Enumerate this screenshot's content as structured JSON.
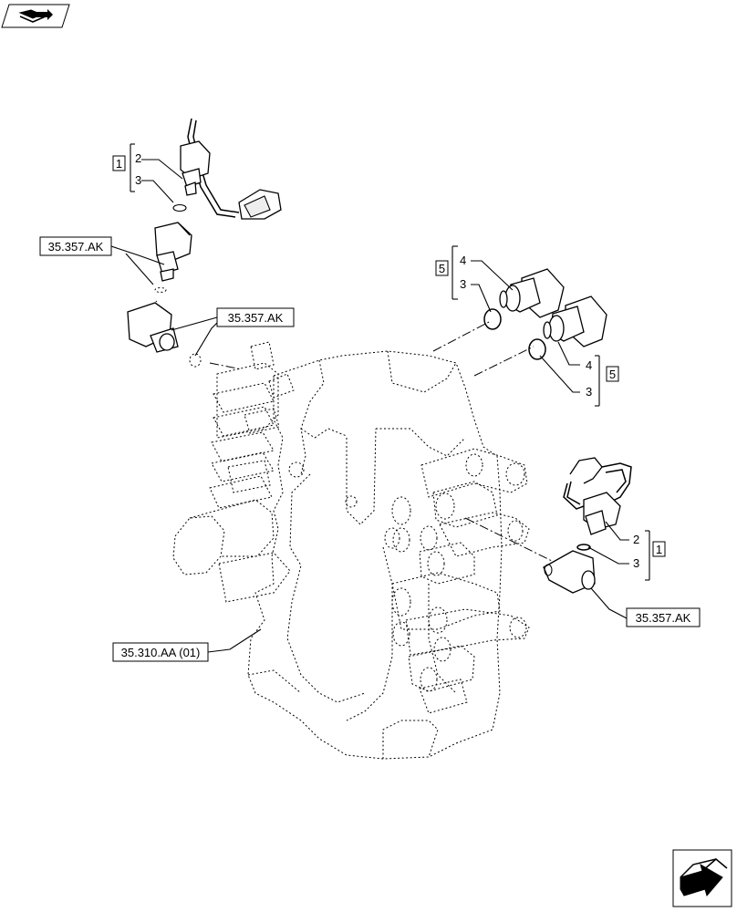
{
  "references": {
    "ref_upper_left": "35.357.AK",
    "ref_middle_left": "35.357.AK",
    "ref_lower_right": "35.357.AK",
    "ref_valve_body": "35.310.AA (01)"
  },
  "groups": {
    "group_top_left": "1",
    "group_right_upper": "5",
    "group_right_lower": "5",
    "group_right_bottom": "1"
  },
  "item_numbers": {
    "top_left_2": "2",
    "top_left_3": "3",
    "right_upper_4": "4",
    "right_upper_3": "3",
    "right_lower_4": "4",
    "right_lower_3": "3",
    "right_bottom_2": "2",
    "right_bottom_3": "3"
  },
  "icons": {
    "top_left": "book-navigation-icon",
    "bottom_right": "next-page-arrow-icon"
  }
}
